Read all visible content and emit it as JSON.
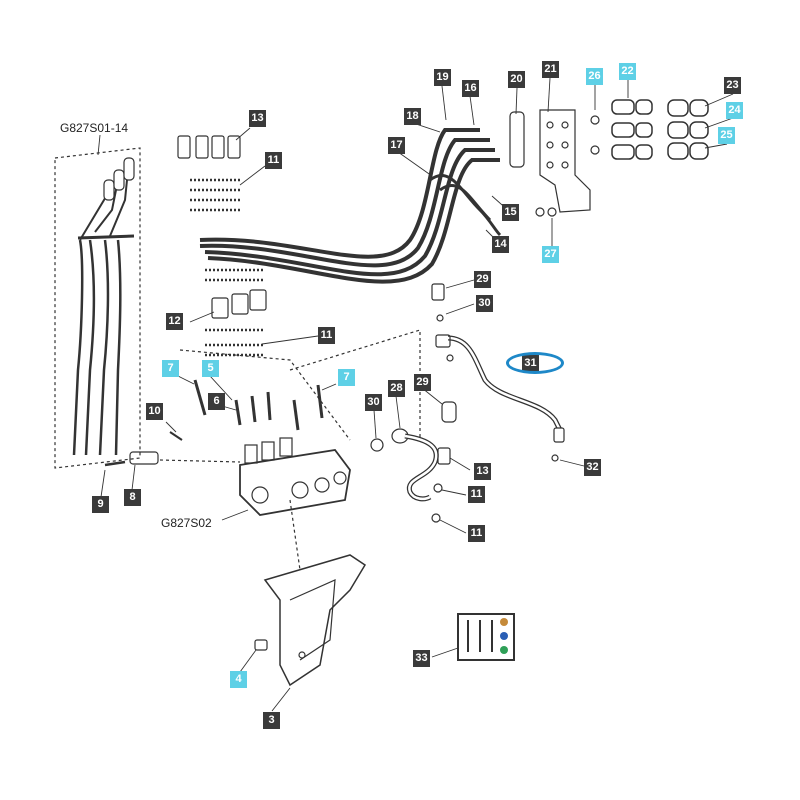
{
  "diagram": {
    "groups": {
      "levers": "G827S01-14",
      "valve": "G827S02"
    },
    "callouts": {
      "c19": "19",
      "c16": "16",
      "c20": "20",
      "c21": "21",
      "c26": "26",
      "c22": "22",
      "c23": "23",
      "c24": "24",
      "c25": "25",
      "c18": "18",
      "c17": "17",
      "c15": "15",
      "c14": "14",
      "c27": "27",
      "c13a": "13",
      "c11a": "11",
      "c29a": "29",
      "c30a": "30",
      "c12": "12",
      "c11b": "11",
      "c31": "31",
      "c7a": "7",
      "c5": "5",
      "c7b": "7",
      "c6": "6",
      "c28": "28",
      "c29b": "29",
      "c30b": "30",
      "c10": "10",
      "c13b": "13",
      "c32": "32",
      "c11c": "11",
      "c9": "9",
      "c8": "8",
      "c11d": "11",
      "c33": "33",
      "c4": "4",
      "c3": "3"
    },
    "highlighted_callout": "31",
    "colors": {
      "callout_dark": "#3a3a3a",
      "callout_cyan": "#5ed0e6",
      "highlight": "#1e88c8"
    }
  }
}
